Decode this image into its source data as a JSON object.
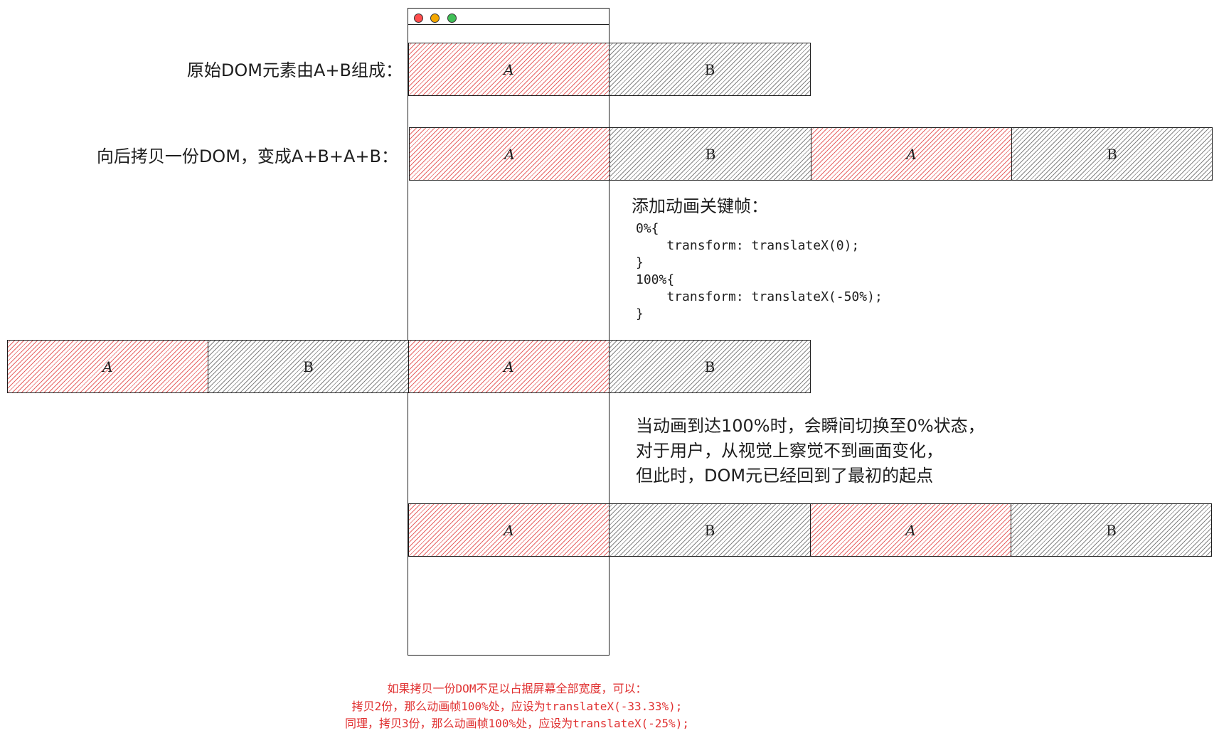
{
  "colors": {
    "red_fill": "#e03131",
    "stroke": "#1e1e1e",
    "dot_red": "#ff4d4d",
    "dot_yellow": "#f5a800",
    "dot_green": "#40c057"
  },
  "labels": {
    "row1": "原始DOM元素由A+B组成：",
    "row2": "向后拷贝一份DOM，变成A+B+A+B：",
    "keyframes_title": "添加动画关键帧："
  },
  "boxes": {
    "a": "A",
    "b": "B"
  },
  "code_lines": [
    "0%{",
    "    transform: translateX(0);",
    "}",
    "100%{",
    "    transform: translateX(-50%);",
    "}"
  ],
  "explanation": [
    "当动画到达100%时，会瞬间切换至0%状态，",
    "对于用户，从视觉上察觉不到画面变化，",
    "但此时，DOM元已经回到了最初的起点"
  ],
  "note": [
    "如果拷贝一份DOM不足以占据屏幕全部宽度，可以：",
    "拷贝2份，那么动画帧100%处，应设为translateX(-33.33%);",
    "同理，拷贝3份，那么动画帧100%处，应设为translateX(-25%);"
  ]
}
